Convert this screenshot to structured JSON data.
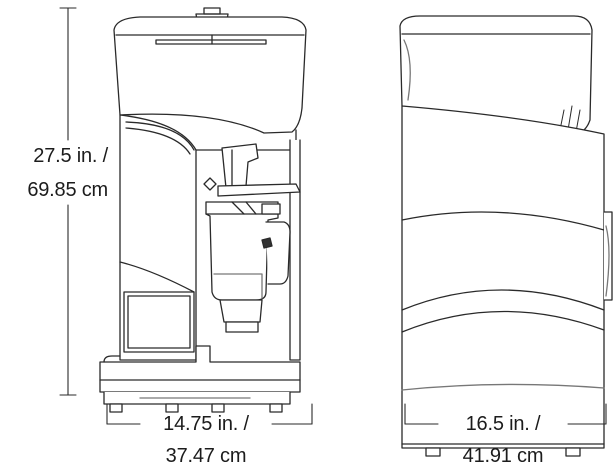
{
  "dimensions": {
    "height": {
      "line1": "27.5 in. /",
      "line2": "69.85 cm"
    },
    "front_width": {
      "line1": "14.75 in. /",
      "line2": "37.47 cm"
    },
    "side_depth": {
      "line1": "16.5 in. /",
      "line2": "41.91 cm"
    }
  },
  "colors": {
    "line": "#2a2a2a",
    "fill": "#ffffff",
    "shade": "#e6e6e6"
  },
  "icons": {
    "front_view": "blender-front-view",
    "side_view": "blender-side-view"
  }
}
